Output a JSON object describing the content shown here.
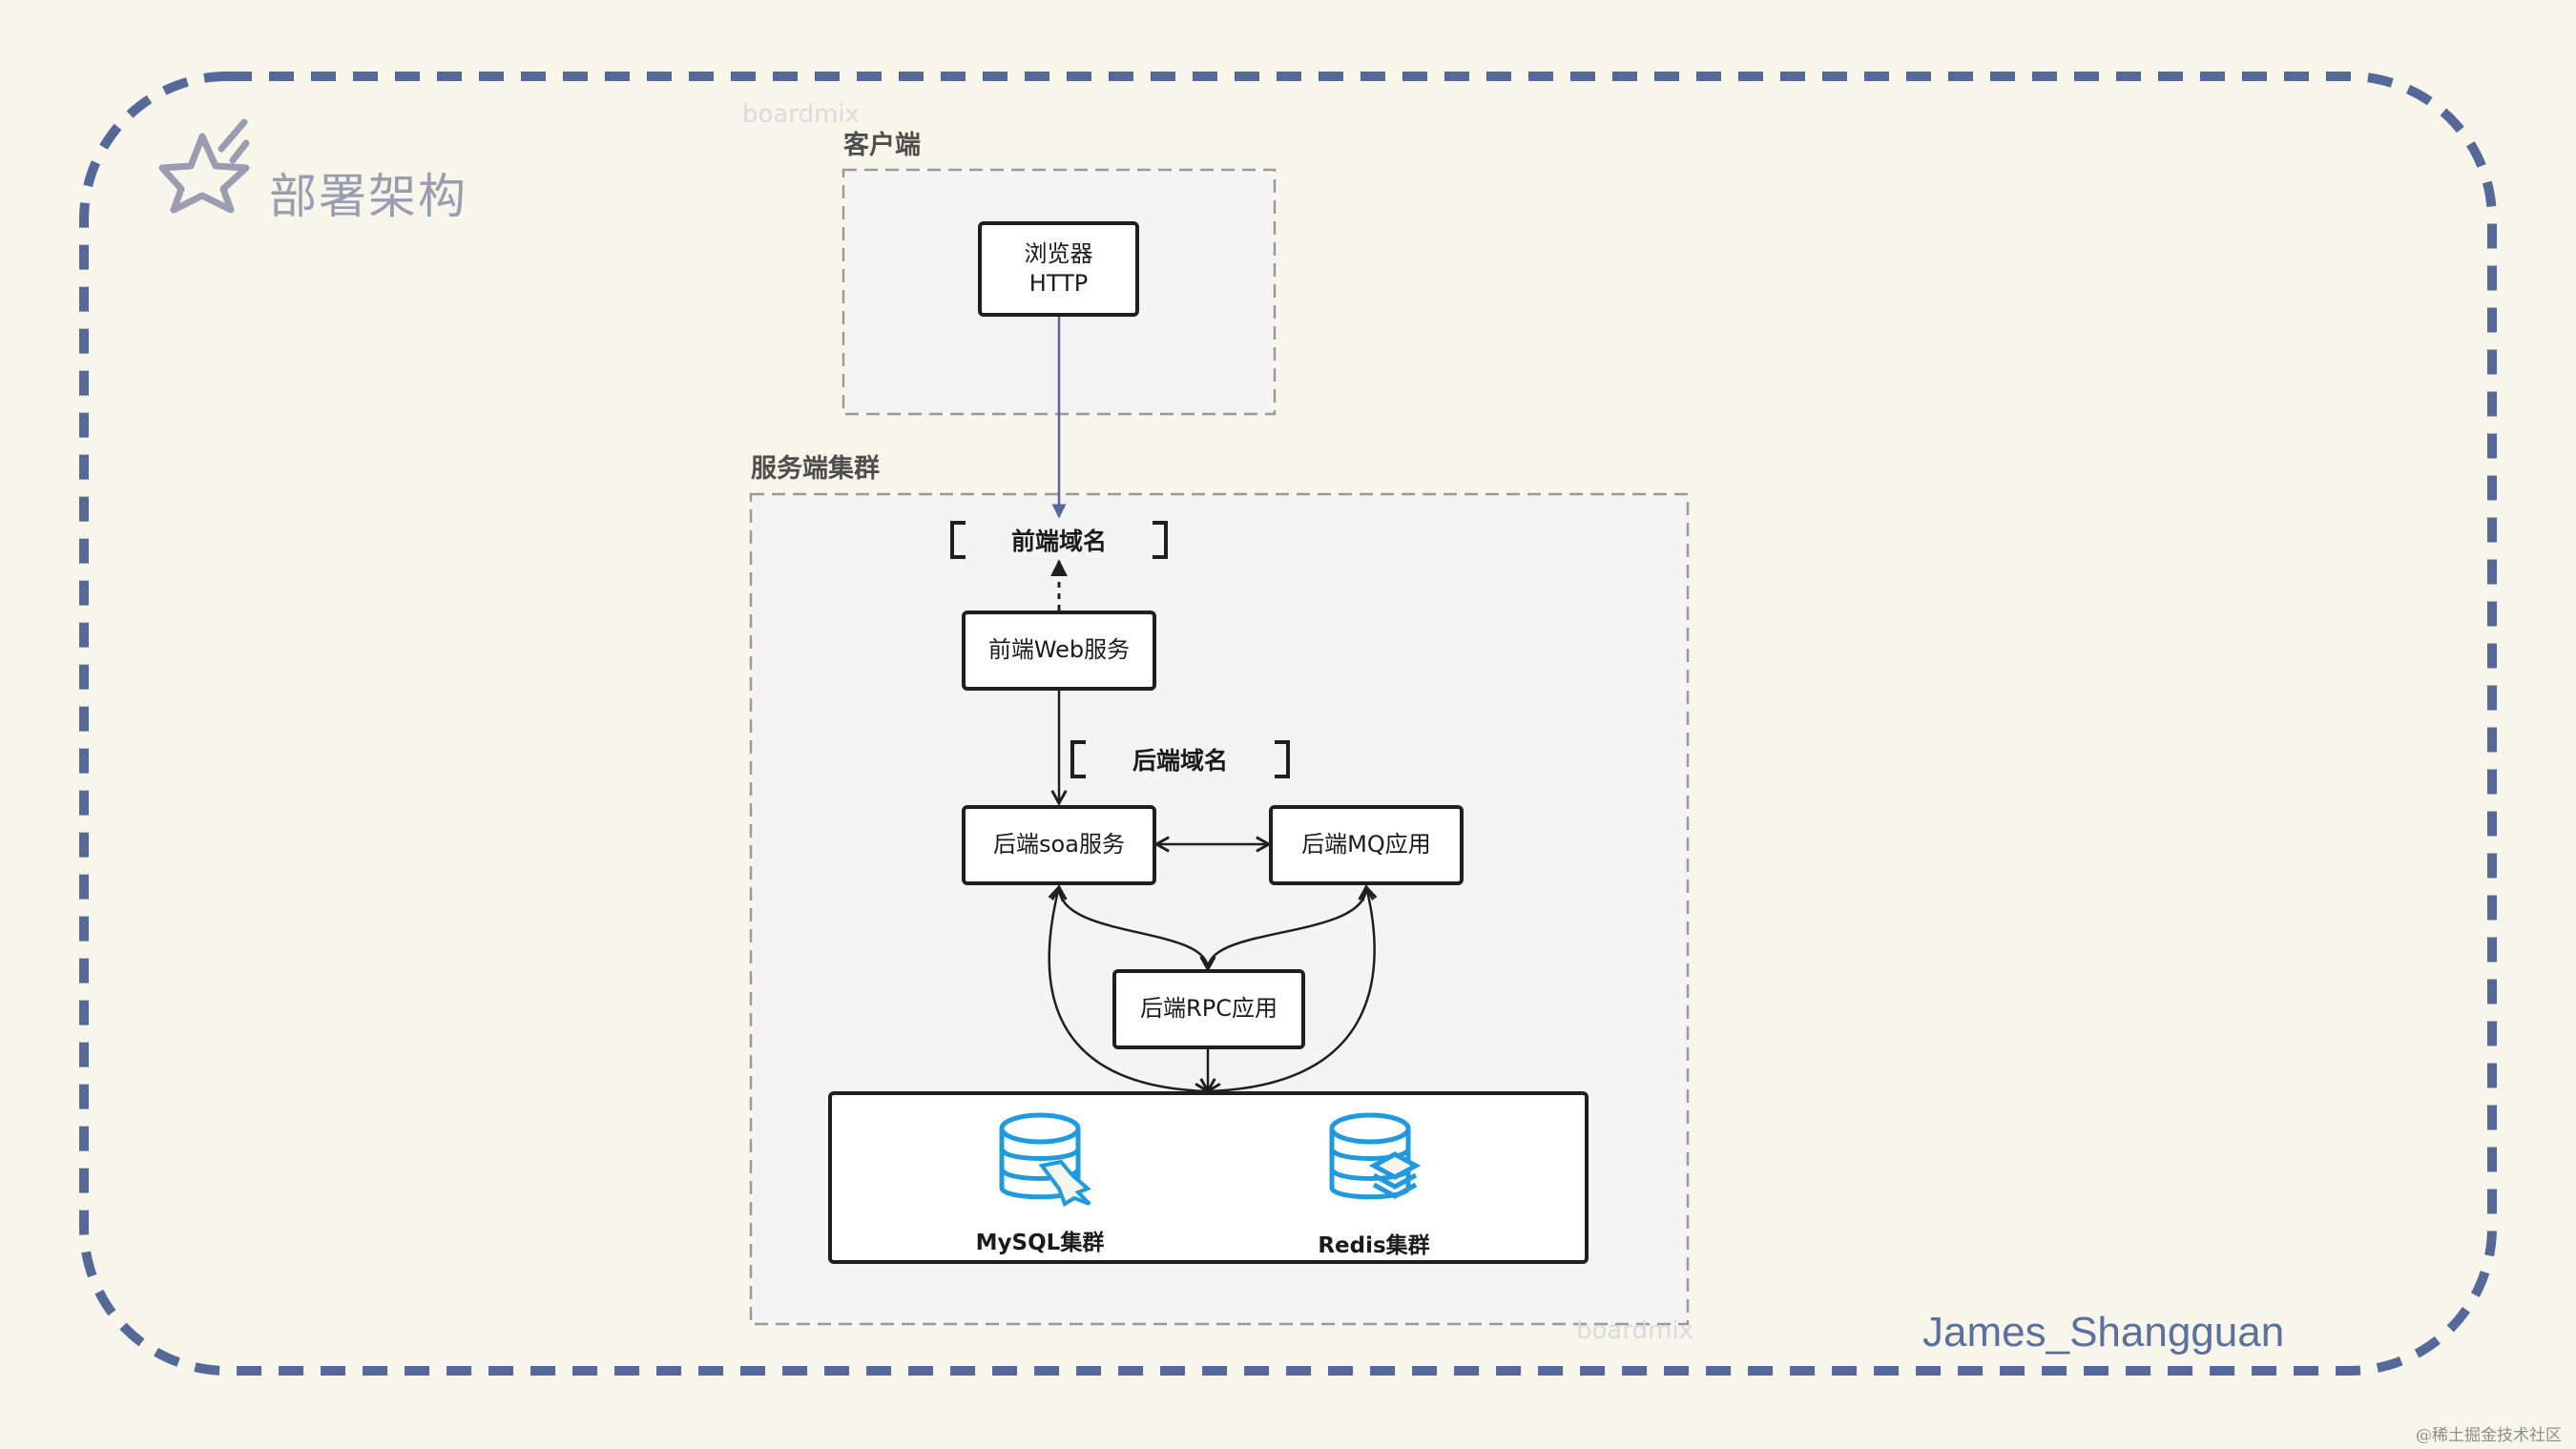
{
  "header": {
    "title": "部署架构",
    "star_icon": "star-icon"
  },
  "watermarks": {
    "top": "boardmix",
    "bottom": "boardmix"
  },
  "groups": {
    "client": "客户端",
    "server": "服务端集群"
  },
  "nodes": {
    "browser": {
      "line1": "浏览器",
      "line2": "HTTP"
    },
    "frontend_domain": "前端域名",
    "frontend_web": "前端Web服务",
    "backend_domain": "后端域名",
    "backend_soa": "后端soa服务",
    "backend_mq": "后端MQ应用",
    "backend_rpc": "后端RPC应用"
  },
  "storage": {
    "mysql": {
      "label": "MySQL集群",
      "icon": "mysql-database-icon"
    },
    "redis": {
      "label": "Redis集群",
      "icon": "redis-database-icon"
    }
  },
  "author": "James_Shangguan",
  "credit": "@稀土掘金技术社区",
  "colors": {
    "background": "#f8f6ea",
    "frame_dash": "#54699a",
    "title": "#9a9db2",
    "db_icon": "#1e9be0",
    "author": "#5a70a1"
  }
}
